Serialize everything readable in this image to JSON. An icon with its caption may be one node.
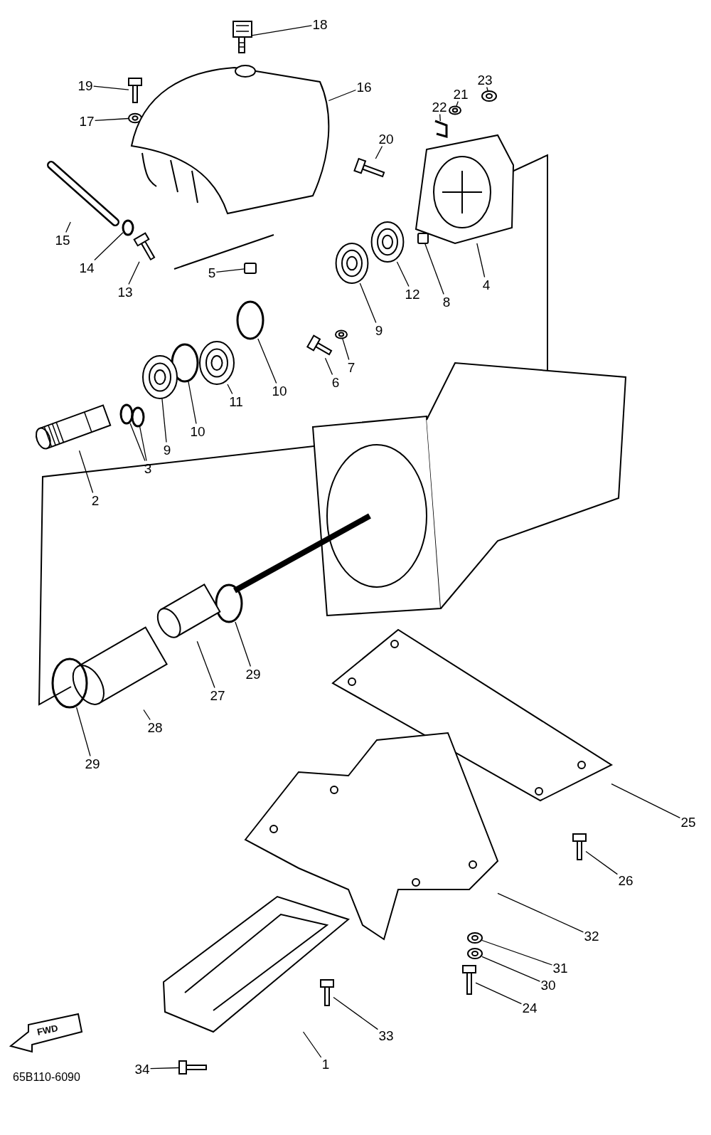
{
  "diagram": {
    "nodes": [
      {
        "text": [
          "18"
        ]
      },
      {
        "text": [],
        "shape": "picture"
      },
      {
        "text": [
          "19"
        ]
      },
      {
        "text": [],
        "shape": "picture"
      },
      {
        "text": [
          "17"
        ]
      },
      {
        "text": [],
        "shape": "picture"
      },
      {
        "text": [
          "16"
        ]
      },
      {
        "text": [],
        "shape": "picture"
      },
      {
        "text": [
          "23"
        ]
      },
      {
        "text": [],
        "shape": "picture"
      },
      {
        "text": [
          "21"
        ]
      },
      {
        "text": [],
        "shape": "picture"
      },
      {
        "text": [
          "22"
        ]
      },
      {
        "text": [],
        "shape": "picture"
      },
      {
        "text": [
          "20"
        ]
      },
      {
        "text": [],
        "shape": "picture"
      },
      {
        "text": [
          "15"
        ]
      },
      {
        "text": [],
        "shape": "picture"
      },
      {
        "text": [
          "14"
        ]
      },
      {
        "text": [],
        "shape": "circle"
      },
      {
        "text": [
          "13"
        ]
      },
      {
        "text": [],
        "shape": "picture"
      },
      {
        "text": [
          "5"
        ]
      },
      {
        "text": [],
        "shape": "box"
      },
      {
        "text": [
          "4"
        ]
      },
      {
        "text": [],
        "shape": "picture"
      },
      {
        "text": [
          "8"
        ]
      },
      {
        "text": [],
        "shape": "box"
      },
      {
        "text": [
          "12"
        ]
      },
      {
        "text": [],
        "shape": "picture"
      },
      {
        "text": [
          "9"
        ]
      },
      {
        "text": [],
        "shape": "picture"
      },
      {
        "text": [
          "7"
        ]
      },
      {
        "text": [],
        "shape": "picture"
      },
      {
        "text": [
          "6"
        ]
      },
      {
        "text": [],
        "shape": "picture"
      },
      {
        "text": [
          "10"
        ]
      },
      {
        "text": [],
        "shape": "circle"
      },
      {
        "text": [
          "11"
        ]
      },
      {
        "text": [],
        "shape": "picture"
      },
      {
        "text": [
          "10"
        ]
      },
      {
        "text": [],
        "shape": "circle"
      },
      {
        "text": [
          "9"
        ]
      },
      {
        "text": [],
        "shape": "picture"
      },
      {
        "text": [
          "3"
        ]
      },
      {
        "text": [],
        "shape": "circle"
      },
      {
        "text": [],
        "shape": "circle"
      },
      {
        "text": [
          "2"
        ]
      },
      {
        "text": [],
        "shape": "picture"
      },
      {
        "text": [
          "29"
        ]
      },
      {
        "text": [],
        "shape": "circle"
      },
      {
        "text": [
          "27"
        ]
      },
      {
        "text": [],
        "shape": "picture"
      },
      {
        "text": [
          "28"
        ]
      },
      {
        "text": [],
        "shape": "picture"
      },
      {
        "text": [
          "29"
        ]
      },
      {
        "text": [],
        "shape": "circle"
      },
      {
        "text": [
          "25"
        ]
      },
      {
        "text": [],
        "shape": "picture"
      },
      {
        "text": [
          "26"
        ]
      },
      {
        "text": [],
        "shape": "picture"
      },
      {
        "text": [
          "32"
        ]
      },
      {
        "text": [],
        "shape": "picture"
      },
      {
        "text": [
          "31"
        ]
      },
      {
        "text": [],
        "shape": "picture"
      },
      {
        "text": [
          "30"
        ]
      },
      {
        "text": [],
        "shape": "picture"
      },
      {
        "text": [
          "24"
        ]
      },
      {
        "text": [],
        "shape": "picture"
      },
      {
        "text": [
          "33"
        ]
      },
      {
        "text": [],
        "shape": "picture"
      },
      {
        "text": [
          "1"
        ]
      },
      {
        "text": [],
        "shape": "picture"
      },
      {
        "text": [
          "34"
        ]
      },
      {
        "text": [],
        "shape": "picture"
      }
    ],
    "edges": [
      {
        "from": 0,
        "to": 1,
        "arrow": "none"
      },
      {
        "from": 2,
        "to": 3,
        "arrow": "none"
      },
      {
        "from": 4,
        "to": 5,
        "arrow": "none"
      },
      {
        "from": 6,
        "to": 7,
        "arrow": "none"
      },
      {
        "from": 8,
        "to": 9,
        "arrow": "none"
      },
      {
        "from": 10,
        "to": 11,
        "arrow": "none"
      },
      {
        "from": 12,
        "to": 13,
        "arrow": "none"
      },
      {
        "from": 14,
        "to": 15,
        "arrow": "none"
      },
      {
        "from": 16,
        "to": 17,
        "arrow": "none"
      },
      {
        "from": 18,
        "to": 19,
        "arrow": "none"
      },
      {
        "from": 20,
        "to": 21,
        "arrow": "none"
      },
      {
        "from": 22,
        "to": 23,
        "arrow": "none"
      },
      {
        "from": 24,
        "to": 25,
        "arrow": "none"
      },
      {
        "from": 26,
        "to": 27,
        "arrow": "none"
      },
      {
        "from": 28,
        "to": 29,
        "arrow": "none"
      },
      {
        "from": 30,
        "to": 31,
        "arrow": "none"
      },
      {
        "from": 32,
        "to": 33,
        "arrow": "none"
      },
      {
        "from": 34,
        "to": 35,
        "arrow": "none"
      },
      {
        "from": 36,
        "to": 37,
        "arrow": "none"
      },
      {
        "from": 38,
        "to": 39,
        "arrow": "none"
      },
      {
        "from": 40,
        "to": 41,
        "arrow": "none"
      },
      {
        "from": 42,
        "to": 43,
        "arrow": "none"
      },
      {
        "from": 44,
        "to": 45,
        "arrow": "none"
      },
      {
        "from": 44,
        "to": 46,
        "arrow": "none"
      },
      {
        "from": 47,
        "to": 48,
        "arrow": "none"
      },
      {
        "from": 49,
        "to": 50,
        "arrow": "none"
      },
      {
        "from": 51,
        "to": 52,
        "arrow": "none"
      },
      {
        "from": 53,
        "to": 54,
        "arrow": "none"
      },
      {
        "from": 55,
        "to": 56,
        "arrow": "none"
      },
      {
        "from": 57,
        "to": 58,
        "arrow": "none"
      },
      {
        "from": 59,
        "to": 60,
        "arrow": "none"
      },
      {
        "from": 61,
        "to": 62,
        "arrow": "none"
      },
      {
        "from": 63,
        "to": 64,
        "arrow": "none"
      },
      {
        "from": 65,
        "to": 66,
        "arrow": "none"
      },
      {
        "from": 67,
        "to": 68,
        "arrow": "none"
      },
      {
        "from": 69,
        "to": 70,
        "arrow": "none"
      },
      {
        "from": 71,
        "to": 72,
        "arrow": "none"
      },
      {
        "from": 73,
        "to": 74,
        "arrow": "none"
      }
    ],
    "labels": [
      "FWD",
      "65B110-6090"
    ]
  }
}
